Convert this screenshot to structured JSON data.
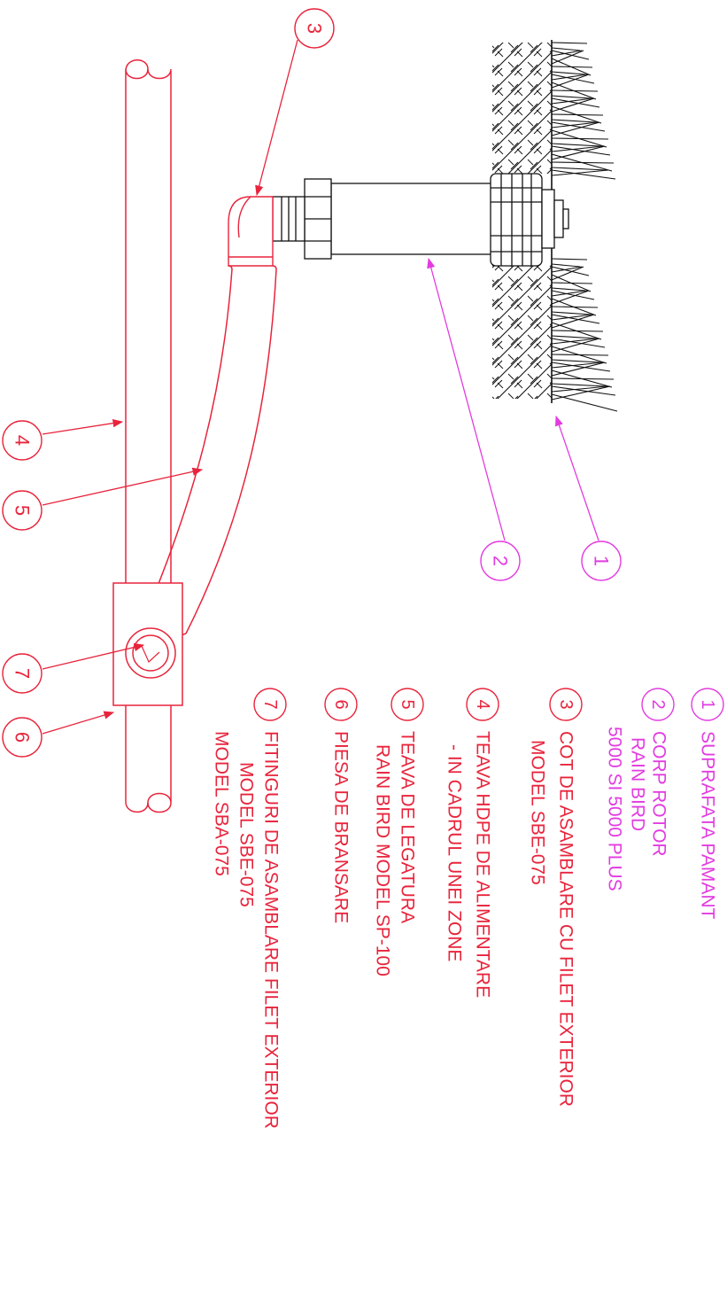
{
  "colors": {
    "red": "#e8243c",
    "magenta": "#e23ce0",
    "black": "#111111",
    "background": "#ffffff"
  },
  "callouts": {
    "c1": "1",
    "c2": "2",
    "c3": "3",
    "c4": "4",
    "c5": "5",
    "c6": "6",
    "c7": "7"
  },
  "legend": [
    {
      "number": "1",
      "lines": [
        "SUPRAFATA PAMANT"
      ]
    },
    {
      "number": "2",
      "lines": [
        "CORP ROTOR",
        "RAIN BIRD",
        "5000 SI 5000 PLUS"
      ]
    },
    {
      "number": "3",
      "lines": [
        "COT DE ASAMBLARE CU FILET EXTERIOR",
        "MODEL SBE-075"
      ]
    },
    {
      "number": "4",
      "lines": [
        "TEAVA HDPE DE ALIMENTARE",
        "- IN CADRUL UNEI ZONE"
      ]
    },
    {
      "number": "5",
      "lines": [
        "TEAVA DE LEGATURA",
        "RAIN BIRD MODEL SP-100"
      ]
    },
    {
      "number": "6",
      "lines": [
        "PIESA DE BRANSARE"
      ]
    },
    {
      "number": "7",
      "lines": [
        "FITINGURI DE ASAMBLARE FILET EXTERIOR",
        "MODEL SBE-075",
        "MODEL SBA-075"
      ]
    }
  ]
}
